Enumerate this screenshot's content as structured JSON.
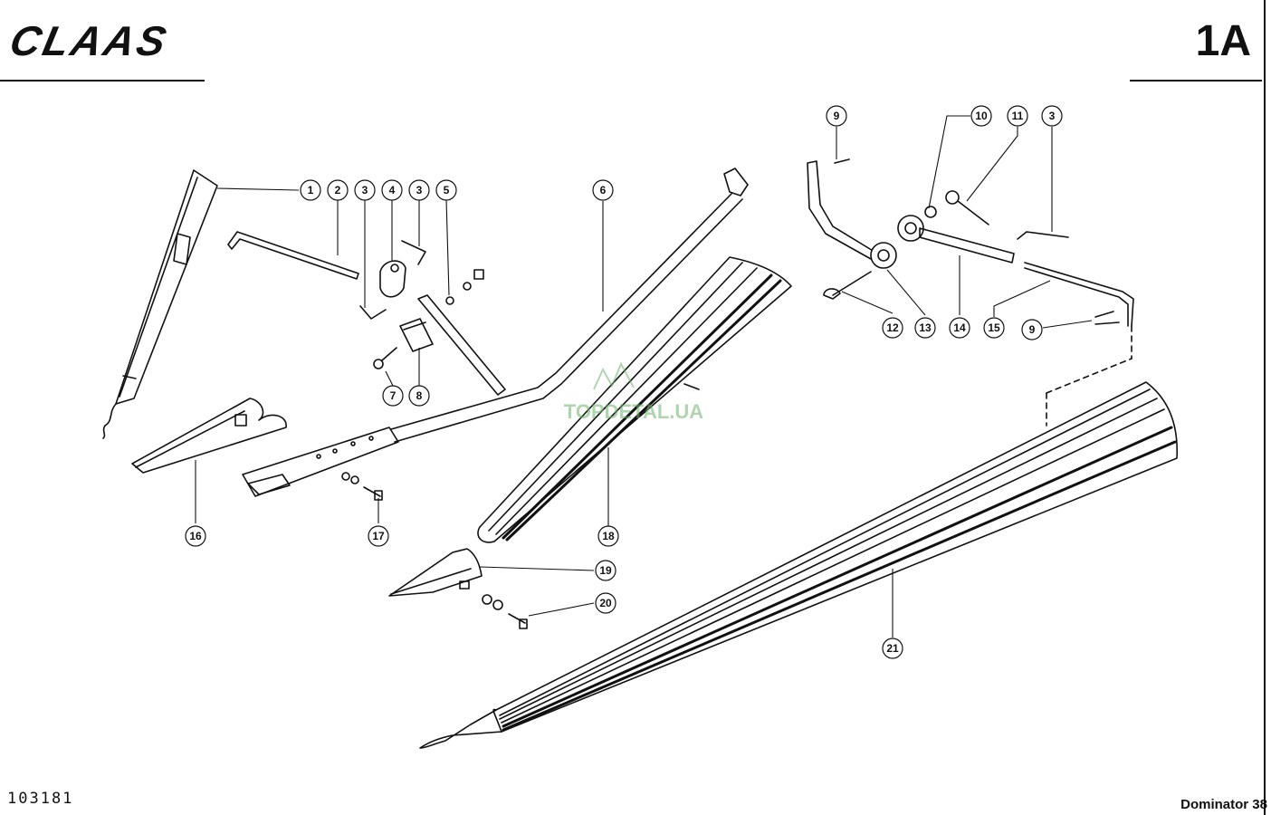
{
  "header": {
    "brand": "CLAAS",
    "page_id": "1A"
  },
  "footer": {
    "doc_number": "103181",
    "model": "Dominator 38"
  },
  "watermark": {
    "text": "TOPDETAL.UA",
    "color": "#6fb36f"
  },
  "callouts": [
    "1",
    "2",
    "3",
    "4",
    "3",
    "5",
    "6",
    "7",
    "8",
    "9",
    "10",
    "11",
    "3",
    "12",
    "13",
    "14",
    "15",
    "9",
    "16",
    "17",
    "18",
    "19",
    "20",
    "21"
  ]
}
